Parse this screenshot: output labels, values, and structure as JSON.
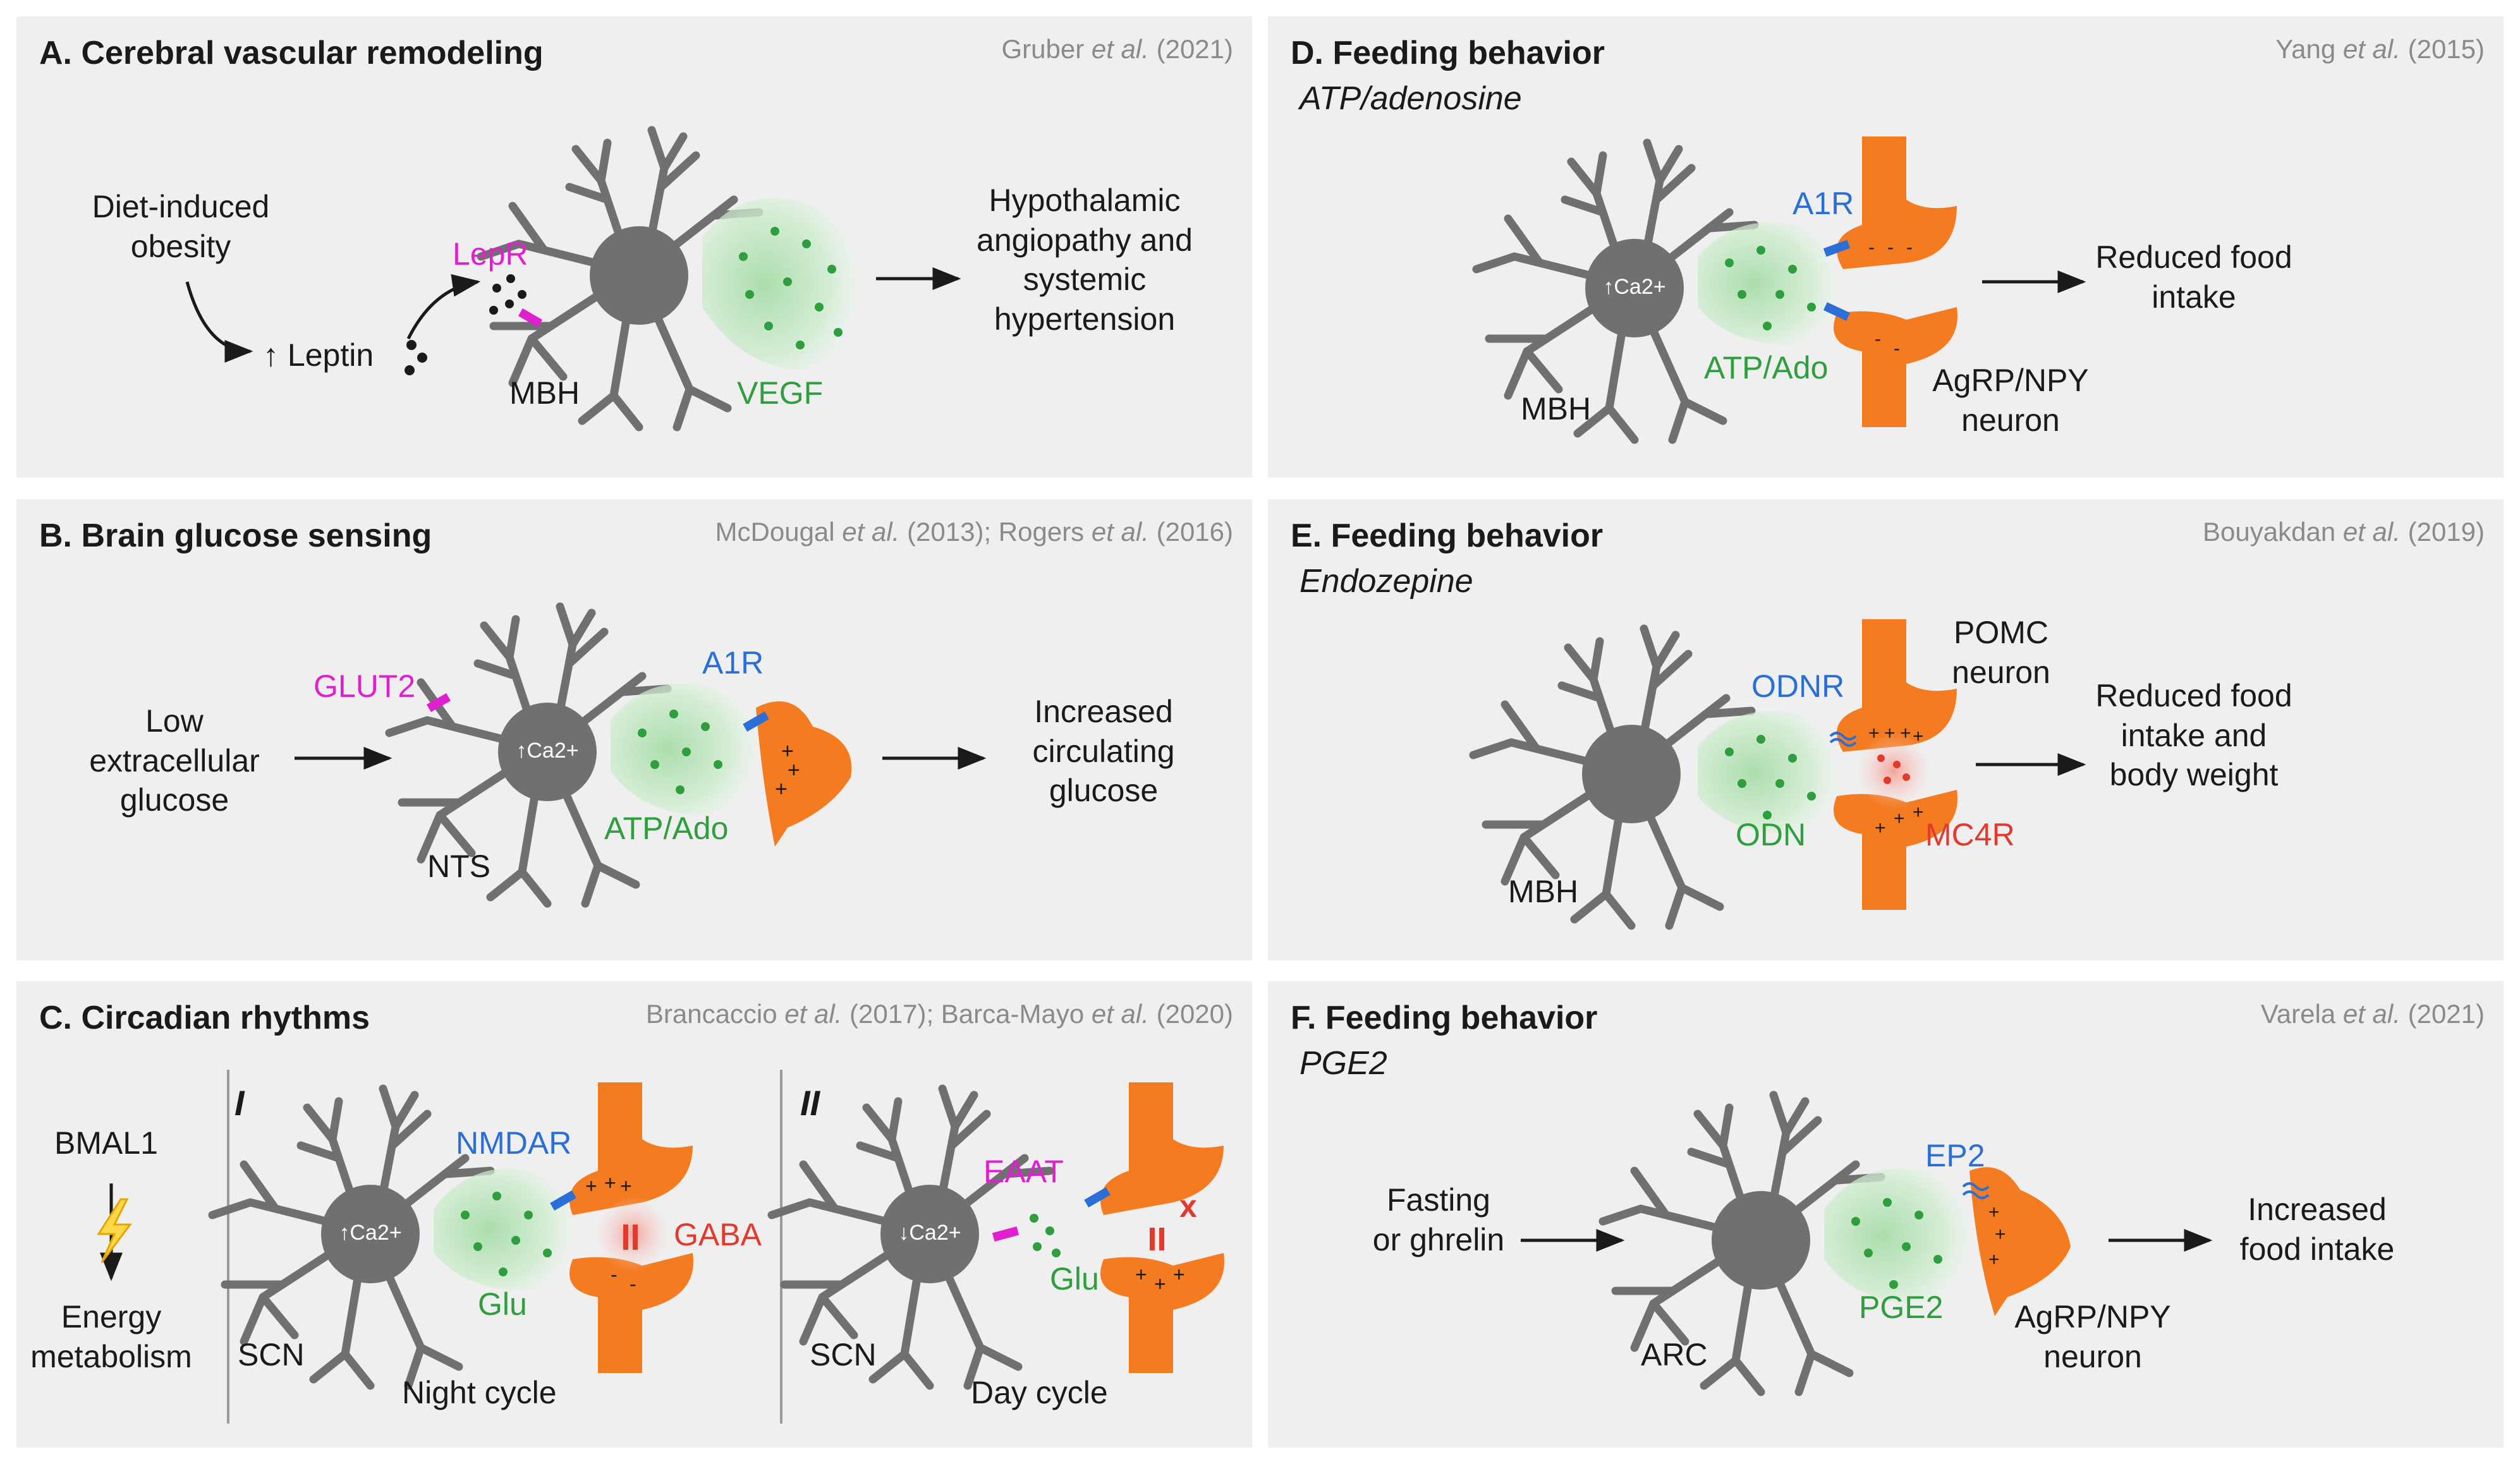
{
  "panels": {
    "a": {
      "title": "A. Cerebral vascular remodeling",
      "ref_author": "Gruber",
      "ref_etal": "et al.",
      "ref_year": "(2021)",
      "input": "Diet-induced obesity",
      "signal": "↑ Leptin",
      "receptor": "LepR",
      "region": "MBH",
      "factor": "VEGF",
      "outcome": "Hypothalamic angiopathy and systemic hypertension"
    },
    "b": {
      "title": "B. Brain glucose sensing",
      "ref1_author": "McDougal",
      "ref1_year": "(2013);",
      "ref2_author": "Rogers",
      "ref2_year": "(2016)",
      "ref_etal": "et al.",
      "input": "Low extracellular glucose",
      "transporter": "GLUT2",
      "calcium": "↑Ca2+",
      "receptor": "A1R",
      "transmitter": "ATP/Ado",
      "region": "NTS",
      "outcome": "Increased circulating glucose"
    },
    "c": {
      "title": "C. Circadian rhythms",
      "ref1_author": "Brancaccio",
      "ref1_year": "(2017);",
      "ref2_author": "Barca-Mayo",
      "ref2_year": "(2020)",
      "ref_etal": "et al.",
      "gene": "BMAL1",
      "effect": "Energy metabolism",
      "phase1": "I",
      "phase2": "II",
      "calcium_up": "↑Ca2+",
      "calcium_down": "↓Ca2+",
      "receptor1": "NMDAR",
      "inhibitor": "GABA",
      "transmitter": "Glu",
      "region": "SCN",
      "cycle1": "Night cycle",
      "transporter": "EAAT",
      "block": "x",
      "cycle2": "Day cycle"
    },
    "d": {
      "title": "D. Feeding behavior",
      "subtitle": "ATP/adenosine",
      "ref_author": "Yang",
      "ref_etal": "et al.",
      "ref_year": "(2015)",
      "calcium": "↑Ca2+",
      "receptor": "A1R",
      "transmitter": "ATP/Ado",
      "region": "MBH",
      "neuron": "AgRP/NPY neuron",
      "outcome": "Reduced food intake"
    },
    "e": {
      "title": "E. Feeding behavior",
      "subtitle": "Endozepine",
      "ref_author": "Bouyakdan",
      "ref_etal": "et al.",
      "ref_year": "(2019)",
      "neuron": "POMC neuron",
      "receptor": "ODNR",
      "transmitter": "ODN",
      "receptor2": "MC4R",
      "region": "MBH",
      "outcome": "Reduced food intake and body weight"
    },
    "f": {
      "title": "F. Feeding behavior",
      "subtitle": "PGE2",
      "ref_author": "Varela",
      "ref_etal": "et al.",
      "ref_year": "(2021)",
      "input": "Fasting or ghrelin",
      "receptor": "EP2",
      "transmitter": "PGE2",
      "region": "ARC",
      "neuron": "AgRP/NPY neuron",
      "outcome": "Increased food intake"
    }
  },
  "colors": {
    "panel_bg": "#efeff0",
    "astrocyte": "#707070",
    "neuron": "#f47b20",
    "glio_green": "#2e9e3e",
    "receptor_blue": "#2b6fd6",
    "transporter_magenta": "#e020d0",
    "inhibitory_red": "#e23b2e"
  }
}
